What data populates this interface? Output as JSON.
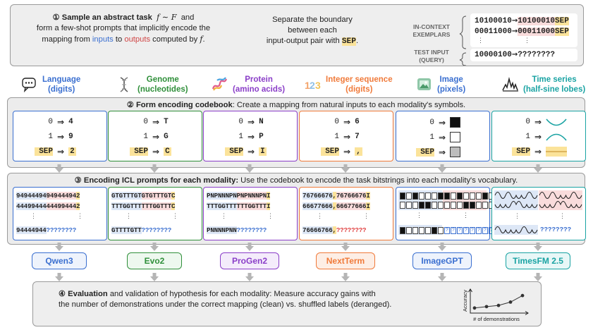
{
  "step1": {
    "num": "①",
    "title": "Sample an abstract task",
    "math": "f ∼ F",
    "and": "and",
    "line2a": "form a few-shot prompts that implicitly encode the",
    "line3a": "mapping from",
    "inputs": "inputs",
    "to": "to",
    "outputs": "outputs",
    "line3b": "computed by",
    "f": "f",
    "dot": ".",
    "sep_text1": "Separate the boundary",
    "sep_text2": "between each",
    "sep_text3": "input-output pair with",
    "sep_token": "SEP",
    "sep_dot": ".",
    "label_ic1": "IN-CONTEXT",
    "label_ic2": "EXEMPLARS",
    "label_test1": "TEST INPUT",
    "label_test2": "(QUERY)",
    "ex1_in": "10100010",
    "ex1_out": "10100010",
    "ex2_in": "00011000",
    "ex2_out": "00011000",
    "dots": "⋮",
    "test_in": "10000100",
    "test_out": "????????"
  },
  "modalities": [
    {
      "name": "Language",
      "sub": "(digits)",
      "color": "#3a6fd0",
      "icon": "speech-bubble-icon"
    },
    {
      "name": "Genome",
      "sub": "(nucleotides)",
      "color": "#2f8f3a",
      "icon": "dna-icon"
    },
    {
      "name": "Protein",
      "sub": "(amino acids)",
      "color": "#8a3ec8",
      "icon": "protein-icon"
    },
    {
      "name": "Integer sequence",
      "sub": "(digits)",
      "color": "#f07a3a",
      "icon": "digits-icon"
    },
    {
      "name": "Image",
      "sub": "(pixels)",
      "color": "#3a6fd0",
      "icon": "image-icon"
    },
    {
      "name": "Time series",
      "sub": "(half-sine lobes)",
      "color": "#1aa3a3",
      "icon": "waveform-icon"
    }
  ],
  "step2": {
    "num": "②",
    "title": "Form encoding codebook",
    "desc": ": Create a mapping from natural inputs to each modality's symbols."
  },
  "codebooks": [
    {
      "k0": "0",
      "v0": "4",
      "k1": "1",
      "v1": "9",
      "ks": "SEP",
      "vs": "2"
    },
    {
      "k0": "0",
      "v0": "T",
      "k1": "1",
      "v1": "G",
      "ks": "SEP",
      "vs": "C"
    },
    {
      "k0": "0",
      "v0": "N",
      "k1": "1",
      "v1": "P",
      "ks": "SEP",
      "vs": "I"
    },
    {
      "k0": "0",
      "v0": "6",
      "k1": "1",
      "v1": "7",
      "ks": "SEP",
      "vs": ","
    },
    {
      "k0": "0",
      "v0": "",
      "k1": "1",
      "v1": "",
      "ks": "SEP",
      "vs": ""
    },
    {
      "k0": "0",
      "v0": "",
      "k1": "1",
      "v1": "",
      "ks": "SEP",
      "vs": ""
    }
  ],
  "arrow_glyph": "⇒",
  "step3": {
    "num": "③",
    "title": "Encoding ICL prompts for each modality:",
    "desc": " Use the codebook to encode the task bitstrings into each modality's vocabulary."
  },
  "prompts": [
    {
      "l1a": "94944494",
      "l1b": "94944494",
      "l1s": "2",
      "l2a": "44499444",
      "l2b": "44499444",
      "l2s": "2",
      "l4a": "94444944",
      "l4b": "????????"
    },
    {
      "l1a": "GTGTTTGT",
      "l1b": "GTGTTTGT",
      "l1s": "C",
      "l2a": "TTTGGTTT",
      "l2b": "TTTGGTTT",
      "l2s": "C",
      "l4a": "GTTTTGTT",
      "l4b": "????????"
    },
    {
      "l1a": "PNPNNNPN",
      "l1b": "PNPNNNPN",
      "l1s": "I",
      "l2a": "TTTGGTTT",
      "l2b": "TTTGGTTT",
      "l2s": "I",
      "l4a": "PNNNNPNN",
      "l4b": "????????"
    },
    {
      "l1a": "76766676",
      "l1b": "76766676",
      "l1s": "I",
      "l2a": "66677666",
      "l2b": "66677666",
      "l2s": "I",
      "l4a": "76666766",
      "l4b": "????????"
    },
    {
      "l1a": "",
      "l1b": "",
      "l1s": "",
      "l2a": "",
      "l2b": "",
      "l2s": "",
      "l4a": "",
      "l4b": "????????"
    },
    {
      "l1a": "",
      "l1b": "",
      "l1s": "",
      "l2a": "",
      "l2b": "",
      "l2s": "",
      "l4a": "",
      "l4b": "????????"
    }
  ],
  "int_sep": ",",
  "models": [
    "Qwen3",
    "Evo2",
    "ProGen2",
    "NextTerm",
    "ImageGPT",
    "TimesFM 2.5"
  ],
  "step4": {
    "num": "④",
    "title": "Evaluation",
    "desc1": " and validation of hypothesis for each modality: Measure accuracy gains with",
    "desc2": "the number of demonstrations under the correct mapping (clean) vs. shuffled labels (deranged).",
    "ylabel": "Accuracy",
    "xlabel": "# of demonstrations"
  },
  "chart_data": {
    "type": "line",
    "title": "",
    "xlabel": "# of demonstrations",
    "ylabel": "Accuracy",
    "x": [
      1,
      2,
      3,
      4,
      5
    ],
    "series": [
      {
        "values": [
          0.15,
          0.22,
          0.28,
          0.45,
          0.78
        ]
      }
    ]
  }
}
